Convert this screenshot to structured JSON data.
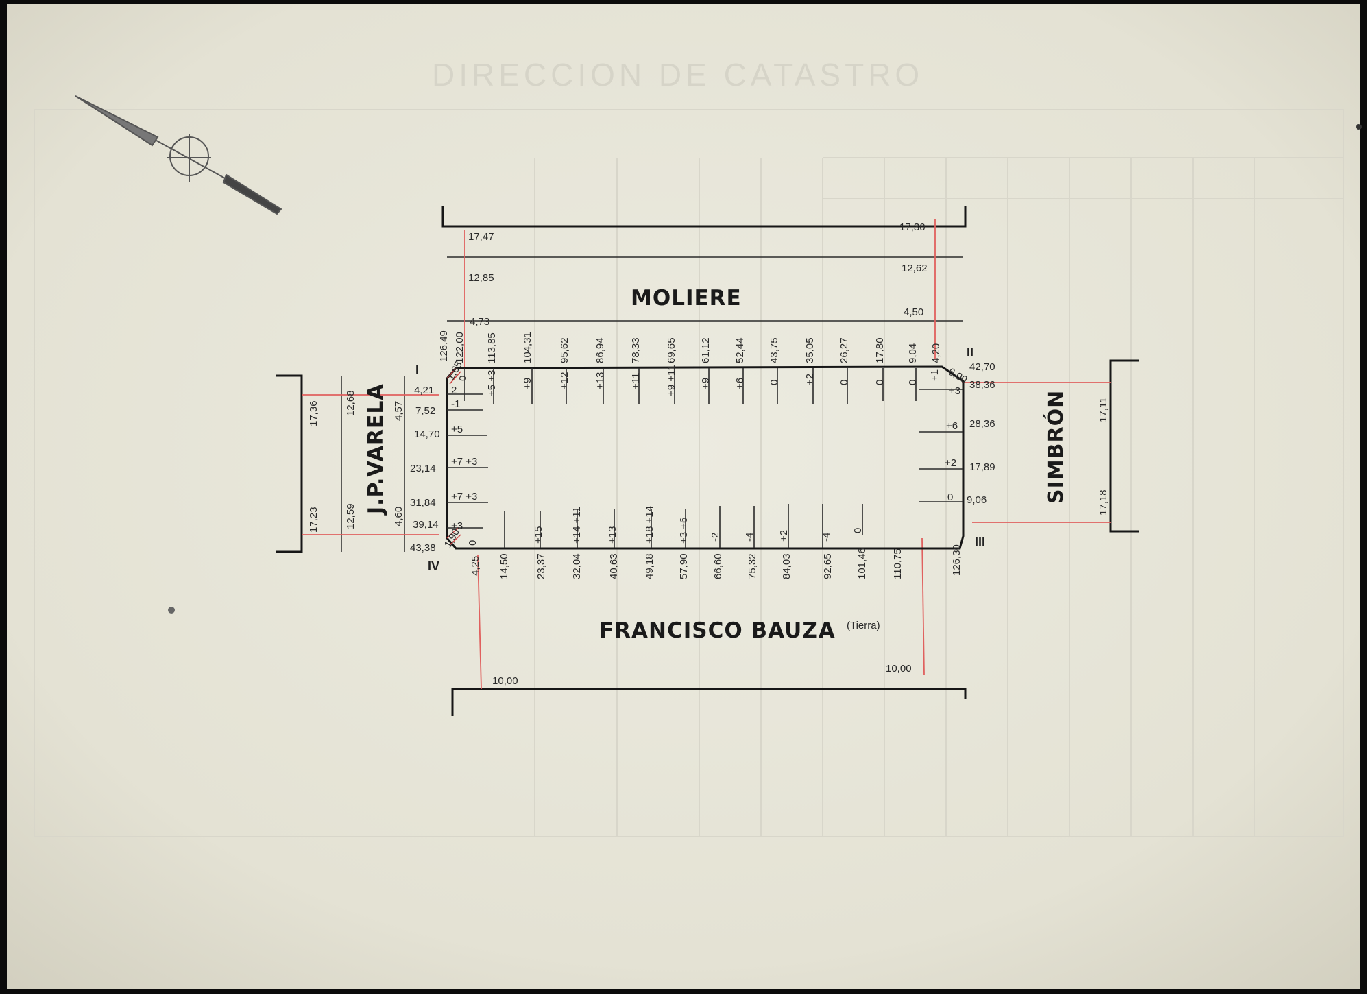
{
  "streets": {
    "north": "MOLIERE",
    "south": "FRANCISCO BAUZA",
    "south_note": "(Tierra)",
    "west": "J.P.VARELA",
    "east": "SIMBRÓN"
  },
  "vertices": {
    "I": "I",
    "II": "II",
    "III": "III",
    "IV": "IV"
  },
  "widths": {
    "north_left": [
      "17,47",
      "12,85",
      "4,73"
    ],
    "north_right": [
      "17,30",
      "12,62",
      "4,50"
    ],
    "south_left": "10,00",
    "south_right": "10,00",
    "west_outer": [
      "17,36",
      "17,23"
    ],
    "west_mid": [
      "12,68",
      "12,59"
    ],
    "west_inner": [
      "4,57",
      "4,60"
    ],
    "east_outer": [
      "17,11",
      "17,18"
    ]
  },
  "north_side": {
    "distances": [
      "126,49",
      "122,00",
      "113,85",
      "104,31",
      "95,62",
      "86,94",
      "78,33",
      "69,65",
      "61,12",
      "52,44",
      "43,75",
      "35,05",
      "26,27",
      "17,80",
      "9,04",
      "4,20"
    ],
    "levels": [
      "0",
      "+5 +3",
      "+9",
      "+12",
      "+13",
      "+11",
      "+9 +11",
      "+9",
      "+6",
      "0",
      "+2",
      "0",
      "0",
      "0",
      "+1"
    ]
  },
  "south_side": {
    "distances": [
      "4,25",
      "14,50",
      "23,37",
      "32,04",
      "40,63",
      "49,18",
      "57,90",
      "66,60",
      "75,32",
      "84,03",
      "92,65",
      "101,46",
      "110,75",
      "126,30"
    ],
    "levels": [
      "0",
      "+15",
      "+14 +11",
      "+13",
      "+18 +14",
      "+3 +6",
      "-2",
      "-4",
      "+2",
      "-4",
      "0"
    ]
  },
  "west_side": {
    "distances": [
      "4,21",
      "7,52",
      "14,70",
      "23,14",
      "31,84",
      "39,14",
      "43,38"
    ],
    "levels": [
      "2",
      "-1",
      "+5",
      "+7 +3",
      "+7 +3",
      "+3"
    ],
    "corner_top": "1,65",
    "corner_bottom": "1,90"
  },
  "east_side": {
    "distances": [
      "42,70",
      "38,36",
      "28,36",
      "17,89",
      "9,06"
    ],
    "levels": [
      "+3",
      "+6",
      "+2",
      "0"
    ],
    "corner_top": "6,00"
  },
  "faint_header": "DIRECCION DE CATASTRO"
}
